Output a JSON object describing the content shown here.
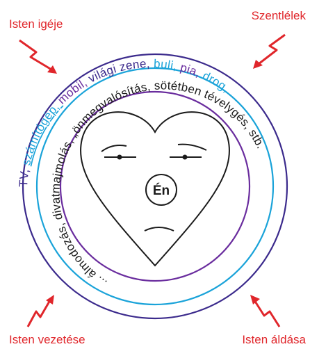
{
  "labels": {
    "top_left": "Isten igéje",
    "top_right": "Szentlélek",
    "bottom_left": "Isten vezetése",
    "bottom_right": "Isten áldása"
  },
  "rings": {
    "outer_segments": [
      {
        "text": "TV, ",
        "color": "#3b2a8c"
      },
      {
        "text": "számítógép, ",
        "color": "#1aa3d9"
      },
      {
        "text": "mobil, ",
        "color": "#6a2d9e"
      },
      {
        "text": "világi zene, ",
        "color": "#3b2a8c"
      },
      {
        "text": "buli, ",
        "color": "#1aa3d9"
      },
      {
        "text": "pia, ",
        "color": "#6a2d9e"
      },
      {
        "text": "drog, ...",
        "color": "#1aa3d9"
      }
    ],
    "inner_text": "... álmodozás, divatmajmolás, „önmegvalósítás, sötétben tévelygés, stb."
  },
  "center": {
    "label": "Én"
  },
  "colors": {
    "label_red": "#e0262b",
    "outer_ring": "#3b2a8c",
    "middle_ring": "#1aa3d9",
    "inner_ring": "#6a2d9e",
    "heart_line": "#1a1a1a"
  }
}
